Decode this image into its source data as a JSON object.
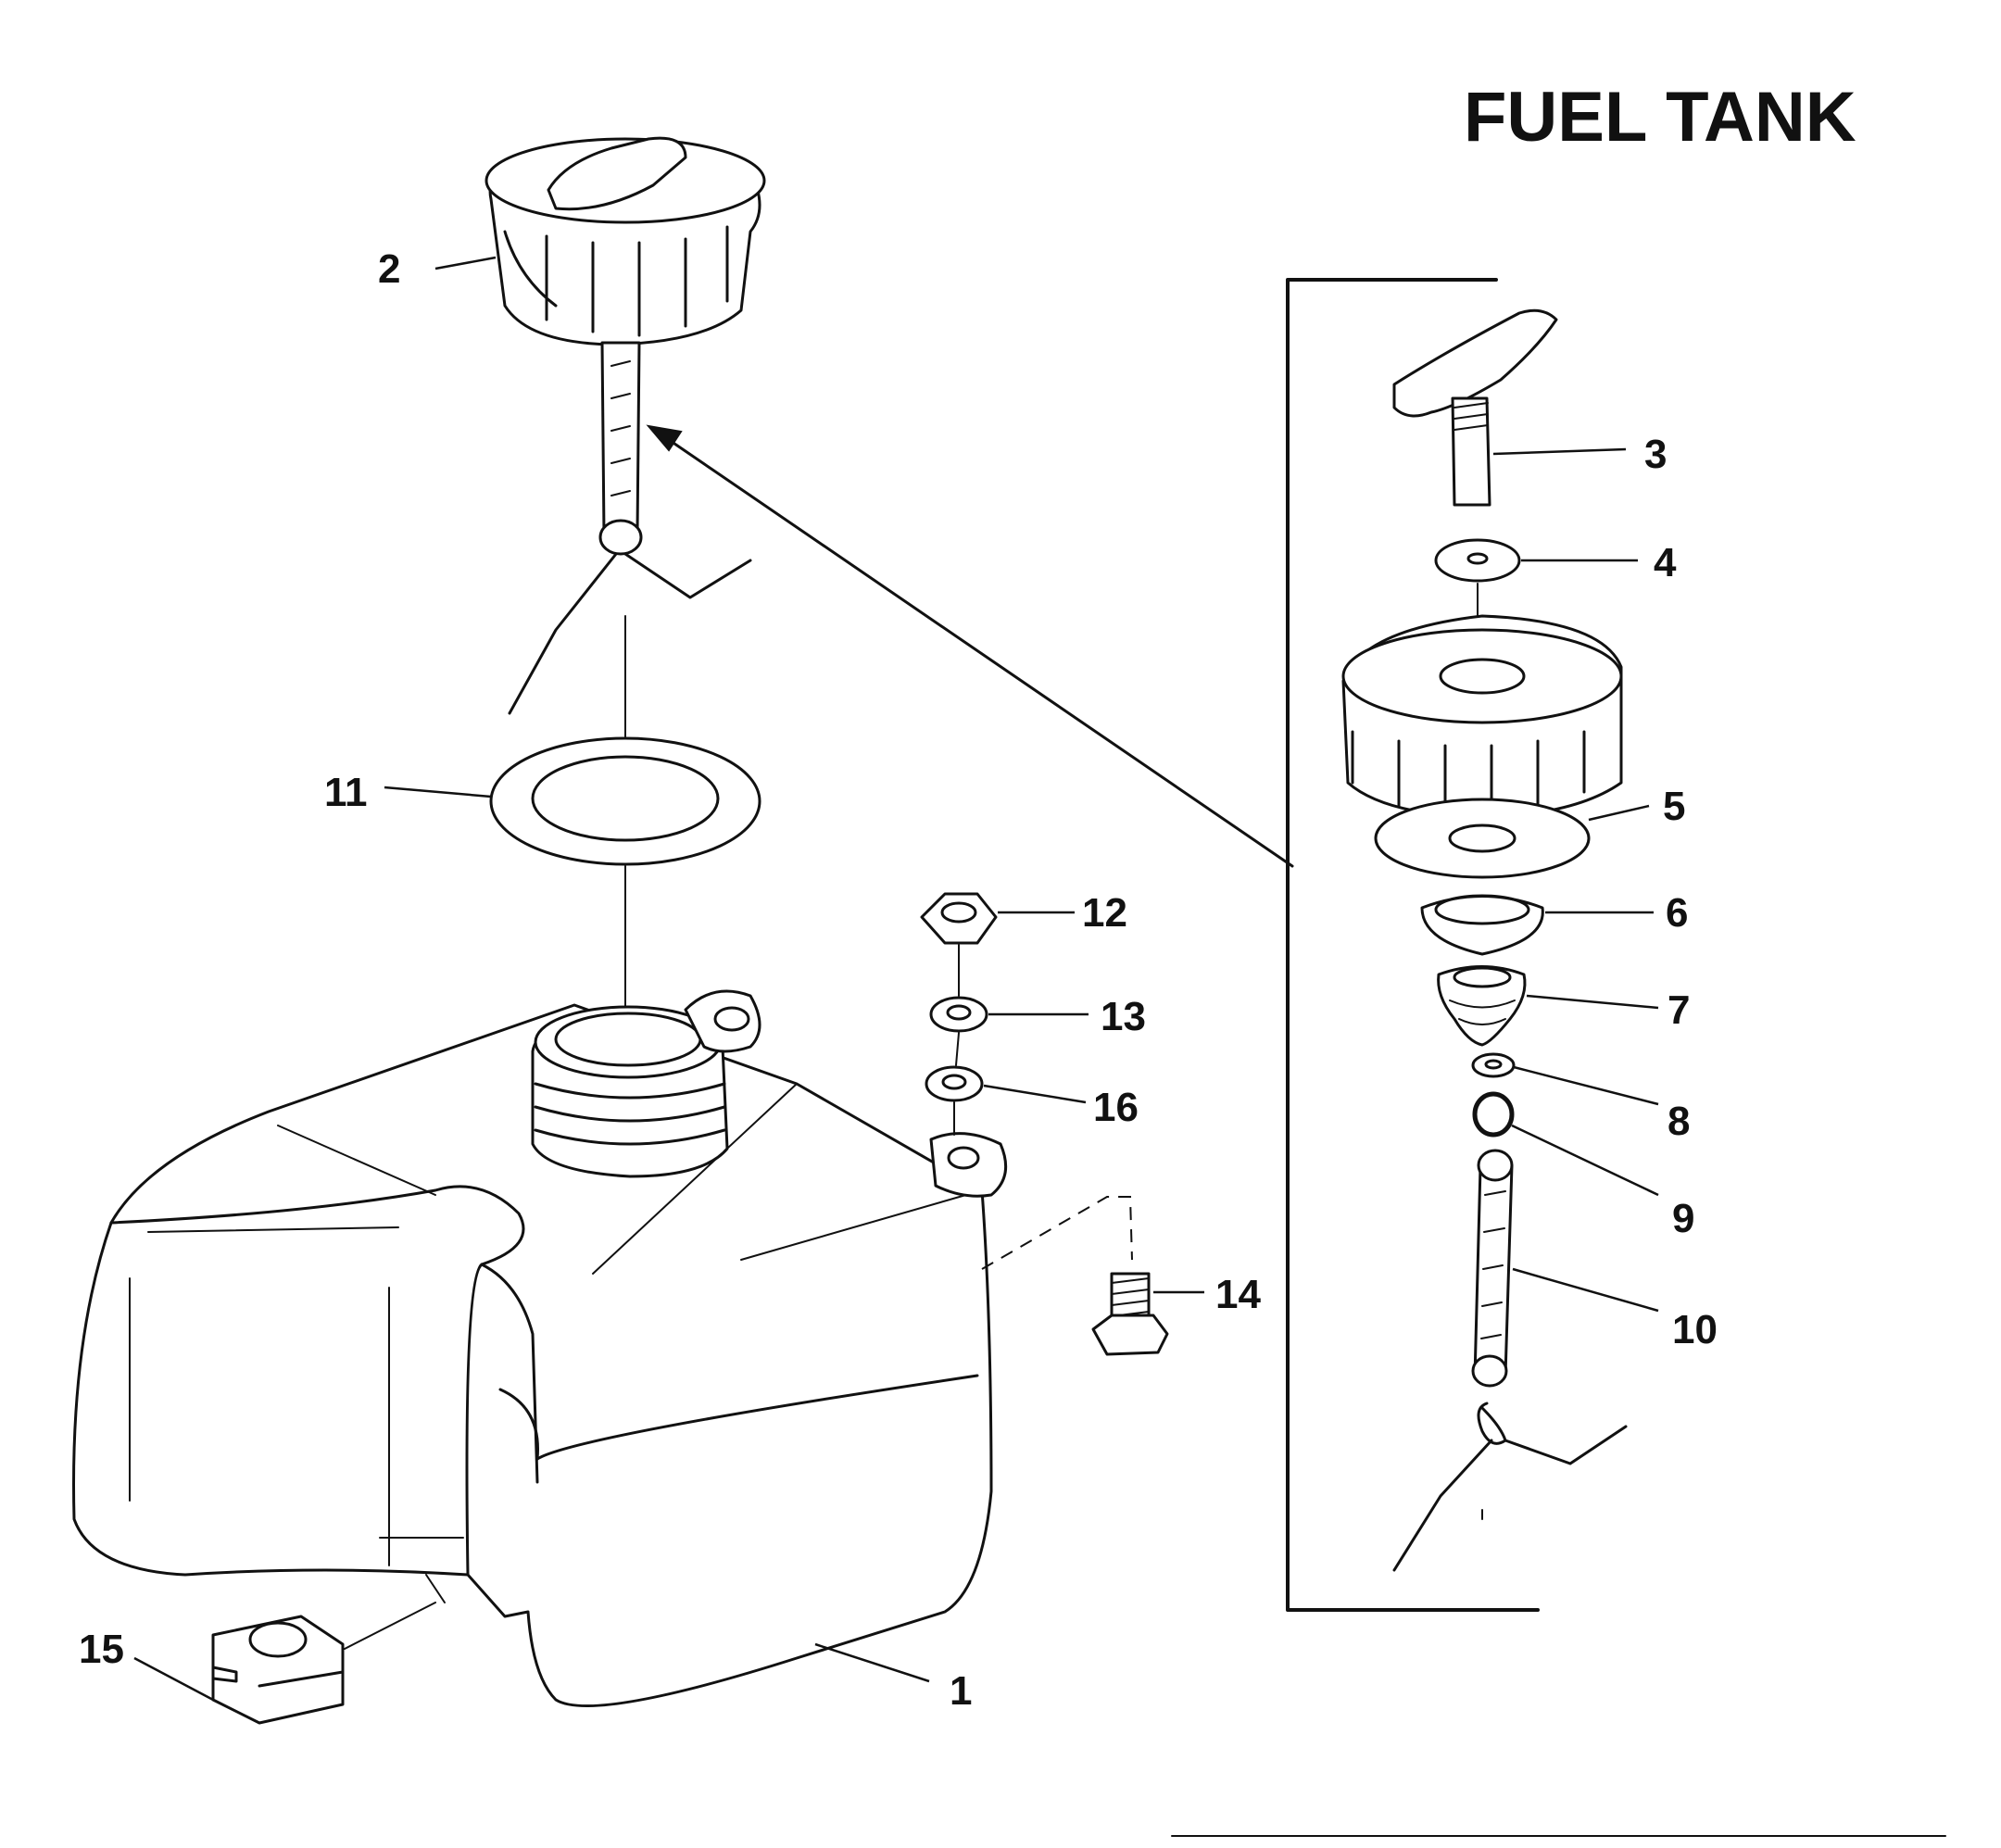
{
  "title": "FUEL TANK",
  "callouts": {
    "c1": "1",
    "c2": "2",
    "c3": "3",
    "c4": "4",
    "c5": "5",
    "c6": "6",
    "c7": "7",
    "c8": "8",
    "c9": "9",
    "c10": "10",
    "c11": "11",
    "c12": "12",
    "c13": "13",
    "c14": "14",
    "c15": "15",
    "c16": "16"
  }
}
